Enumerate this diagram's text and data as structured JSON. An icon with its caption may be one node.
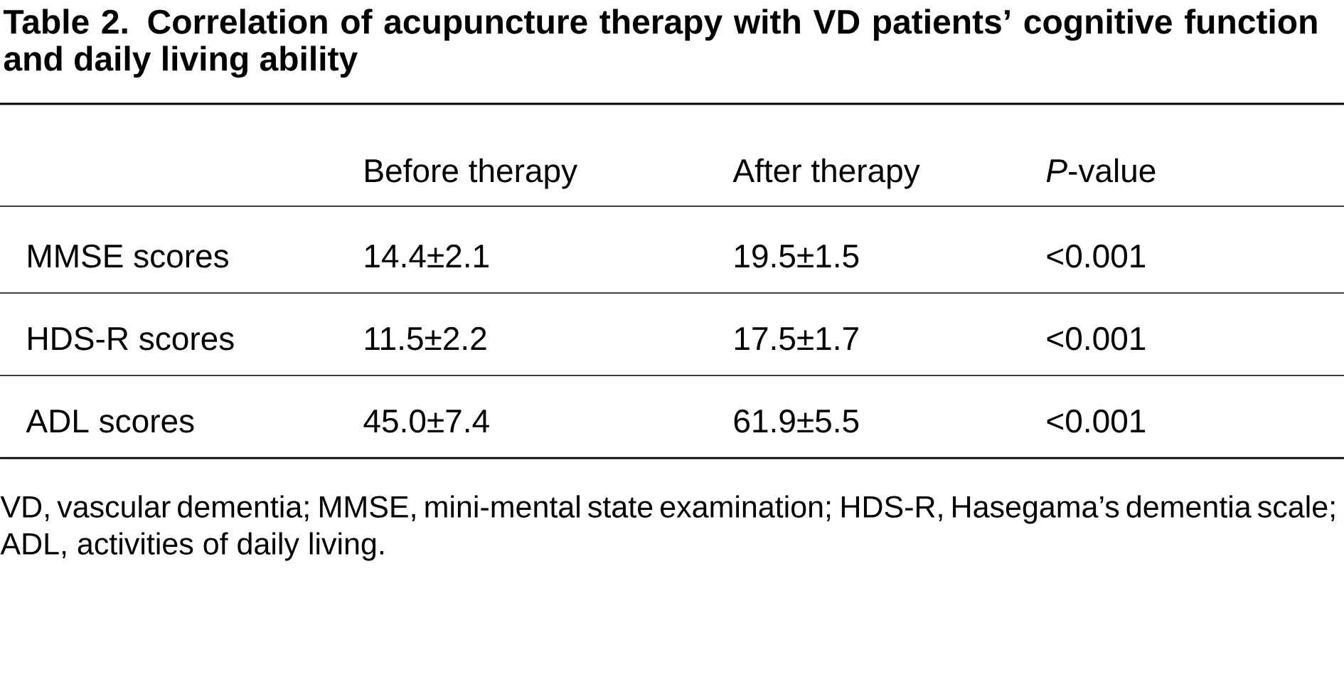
{
  "diagram": {
    "title": "Table 2. Correlation of acupuncture therapy with VD patients’ cognitive function and daily living ability",
    "labels": [
      "Before therapy",
      "After therapy",
      "*P*-value",
      "MMSE scores",
      "14.4±2.1",
      "19.5±1.5",
      "<0.001",
      "HDS-R scores",
      "11.5±2.2",
      "17.5±1.7",
      "<0.001",
      "ADL scores",
      "45.0±7.4",
      "61.9±5.5",
      "<0.001"
    ],
    "caption": "VD, vascular dementia; MMSE, mini-mental state examination; HDS-R, Hasegama’s dementia scale; ADL, activities of daily living."
  }
}
